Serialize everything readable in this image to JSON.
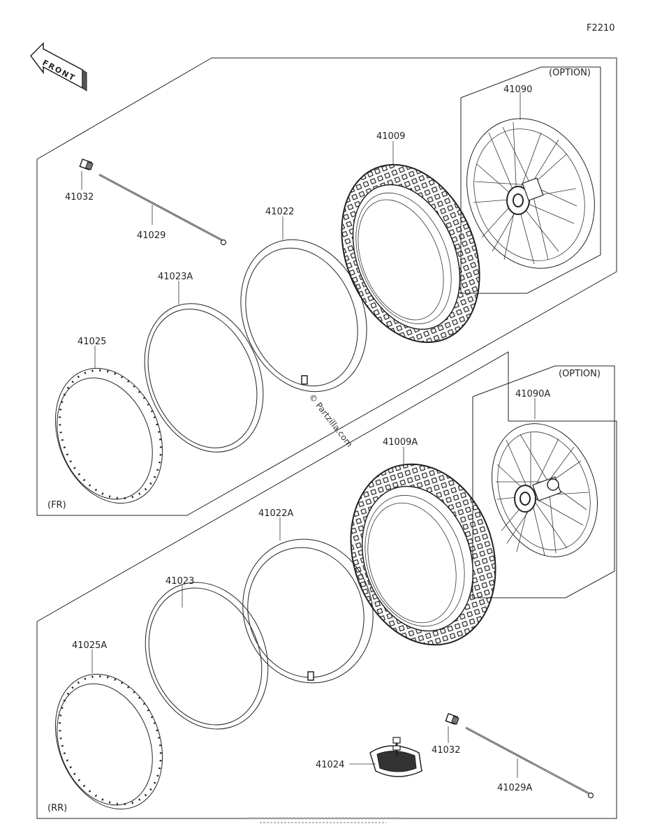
{
  "diagram_code": "F2210",
  "front_label": "FRONT",
  "option_label": "(OPTION)",
  "front_section_label": "(FR)",
  "rear_section_label": "(RR)",
  "watermark": "© Partzilla.com",
  "parts": {
    "p41090": "41090",
    "p41009": "41009",
    "p41032_front": "41032",
    "p41029": "41029",
    "p41022": "41022",
    "p41023A": "41023A",
    "p41025": "41025",
    "p41090A": "41090A",
    "p41009A": "41009A",
    "p41022A": "41022A",
    "p41023": "41023",
    "p41025A": "41025A",
    "p41024": "41024",
    "p41032_rear": "41032",
    "p41029A": "41029A"
  },
  "colors": {
    "line": "#222222",
    "background": "#ffffff"
  }
}
